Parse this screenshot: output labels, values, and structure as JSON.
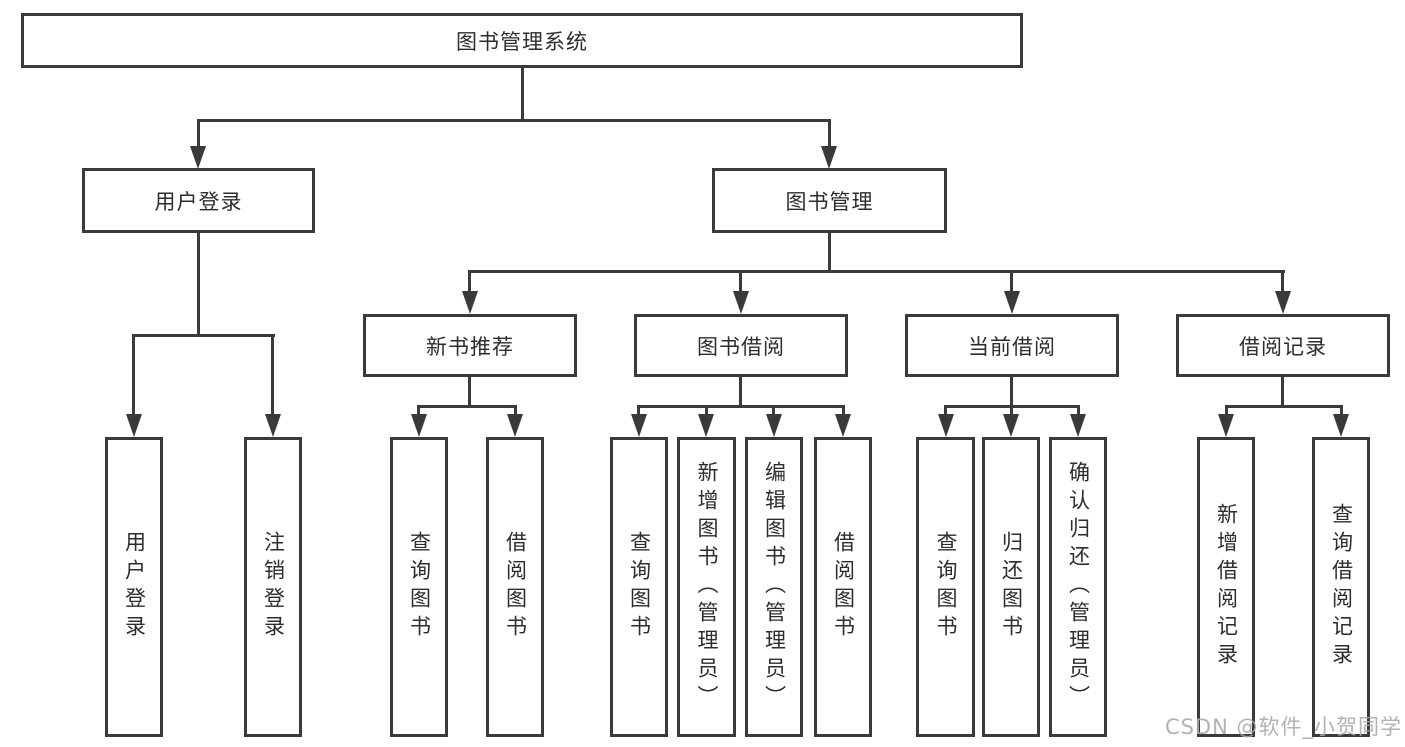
{
  "diagram": {
    "root": "图书管理系统",
    "level2": {
      "user_login": "用户登录",
      "book_mgmt": "图书管理"
    },
    "level3": {
      "new_books": "新书推荐",
      "borrow": "图书借阅",
      "current": "当前借阅",
      "records": "借阅记录"
    },
    "leaves": {
      "g1": [
        "用户登录",
        "注销登录"
      ],
      "g2": [
        "查询图书",
        "借阅图书"
      ],
      "g3": [
        "查询图书",
        "新增图书（管理员）",
        "编辑图书（管理员）",
        "借阅图书"
      ],
      "g4": [
        "查询图书",
        "归还图书",
        "确认归还（管理员）"
      ],
      "g5": [
        "新增借阅记录",
        "查询借阅记录"
      ]
    },
    "watermark": "CSDN @软件_小贺同学"
  }
}
